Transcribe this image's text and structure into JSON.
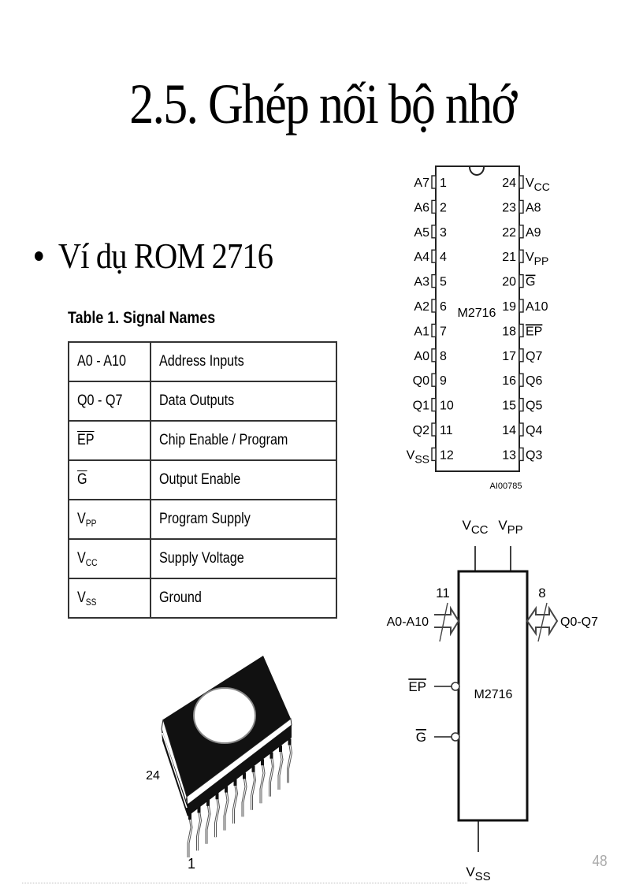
{
  "slide": {
    "title": "2.5. Ghép nối bộ nhớ",
    "bullet": "Ví dụ ROM 2716",
    "page_number": "48"
  },
  "signal_table": {
    "caption": "Table 1.  Signal Names",
    "rows": [
      {
        "signal": "A0 - A10",
        "signal_main": "A0 - A10",
        "signal_sub": "",
        "overline": false,
        "description": "Address Inputs"
      },
      {
        "signal": "Q0 - Q7",
        "signal_main": "Q0 - Q7",
        "signal_sub": "",
        "overline": false,
        "description": "Data Outputs"
      },
      {
        "signal": "EP",
        "signal_main": "EP",
        "signal_sub": "",
        "overline": true,
        "description": "Chip Enable / Program"
      },
      {
        "signal": "G",
        "signal_main": "G",
        "signal_sub": "",
        "overline": true,
        "description": "Output Enable"
      },
      {
        "signal": "VPP",
        "signal_main": "V",
        "signal_sub": "PP",
        "overline": false,
        "description": "Program Supply"
      },
      {
        "signal": "VCC",
        "signal_main": "V",
        "signal_sub": "CC",
        "overline": false,
        "description": "Supply Voltage"
      },
      {
        "signal": "VSS",
        "signal_main": "V",
        "signal_sub": "SS",
        "overline": false,
        "description": "Ground"
      }
    ]
  },
  "pinout": {
    "chip_label": "M2716",
    "figure_id": "AI00785",
    "left_pins": [
      {
        "num": "1",
        "name": "A7"
      },
      {
        "num": "2",
        "name": "A6"
      },
      {
        "num": "3",
        "name": "A5"
      },
      {
        "num": "4",
        "name": "A4"
      },
      {
        "num": "5",
        "name": "A3"
      },
      {
        "num": "6",
        "name": "A2"
      },
      {
        "num": "7",
        "name": "A1"
      },
      {
        "num": "8",
        "name": "A0"
      },
      {
        "num": "9",
        "name": "Q0"
      },
      {
        "num": "10",
        "name": "Q1"
      },
      {
        "num": "11",
        "name": "Q2"
      },
      {
        "num": "12",
        "name": "VSS"
      }
    ],
    "right_pins": [
      {
        "num": "24",
        "name": "VCC"
      },
      {
        "num": "23",
        "name": "A8"
      },
      {
        "num": "22",
        "name": "A9"
      },
      {
        "num": "21",
        "name": "VPP"
      },
      {
        "num": "20",
        "name": "G"
      },
      {
        "num": "19",
        "name": "A10"
      },
      {
        "num": "18",
        "name": "EP"
      },
      {
        "num": "17",
        "name": "Q7"
      },
      {
        "num": "16",
        "name": "Q6"
      },
      {
        "num": "15",
        "name": "Q5"
      },
      {
        "num": "14",
        "name": "Q4"
      },
      {
        "num": "13",
        "name": "Q3"
      }
    ]
  },
  "logic_symbol": {
    "chip_label": "M2716",
    "top_pins": [
      "VCC",
      "VPP"
    ],
    "address_bus": {
      "label": "A0-A10",
      "width": "11"
    },
    "data_bus": {
      "label": "Q0-Q7",
      "width": "8"
    },
    "control_inputs": [
      "EP",
      "G"
    ],
    "bottom_pin": "VSS"
  },
  "package_illustration": {
    "pin_first": "1",
    "pin_last": "24"
  }
}
